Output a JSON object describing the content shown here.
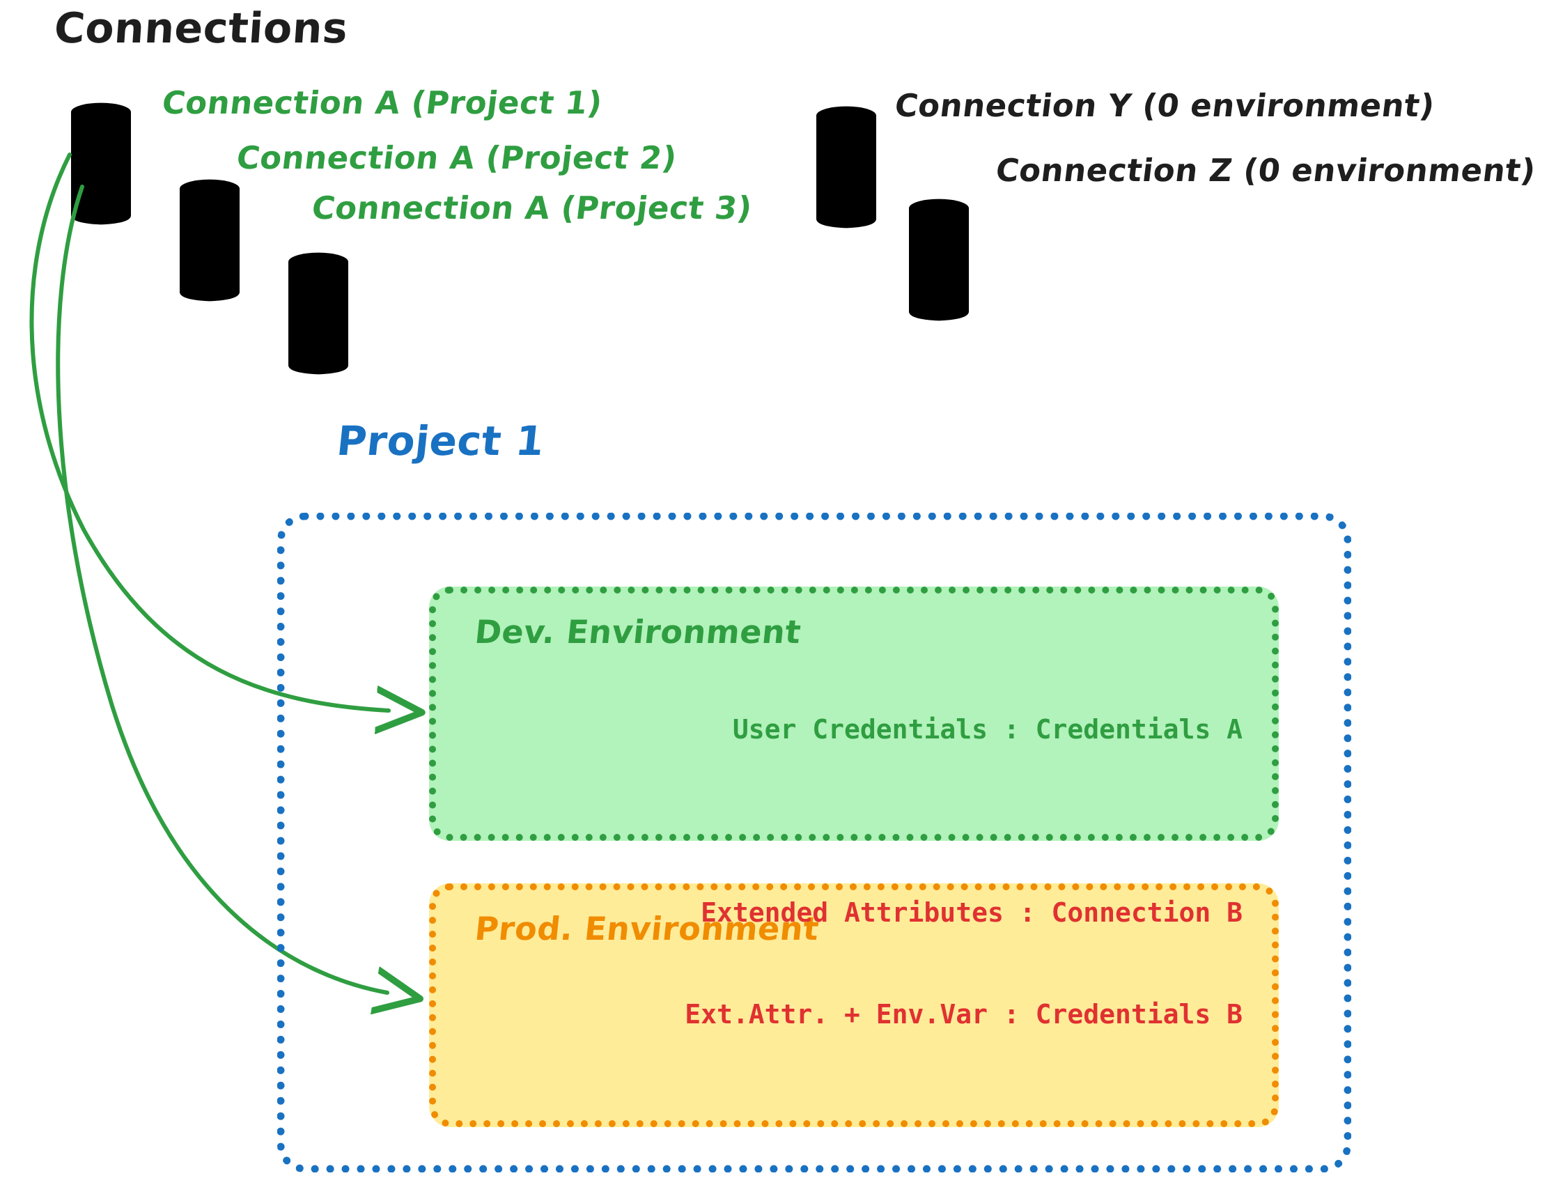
{
  "title": "Connections",
  "connections": [
    {
      "id": "a1",
      "label": "Connection A (Project 1)",
      "color_class": "green",
      "icon": "database-icon"
    },
    {
      "id": "a2",
      "label": "Connection A (Project 2)",
      "color_class": "green",
      "icon": "database-icon"
    },
    {
      "id": "a3",
      "label": "Connection A (Project 3)",
      "color_class": "green",
      "icon": "database-icon"
    },
    {
      "id": "y",
      "label": "Connection Y (0 environment)",
      "color_class": "gray",
      "icon": "database-icon"
    },
    {
      "id": "z",
      "label": "Connection Z (0 environment)",
      "color_class": "gray",
      "icon": "database-icon"
    }
  ],
  "project": {
    "title": "Project 1",
    "environments": [
      {
        "id": "dev",
        "title": "Dev. Environment",
        "lines": [
          "User Credentials : Credentials A"
        ]
      },
      {
        "id": "prod",
        "title": "Prod. Environment",
        "lines": [
          "Extended Attributes : Connection B",
          "Ext.Attr. + Env.Var : Credentials B"
        ]
      }
    ]
  },
  "arrows": [
    {
      "id": "arrow-to-dev",
      "from": "connection-a1",
      "to": "dev-environment",
      "color": "#2f9e41"
    },
    {
      "id": "arrow-to-prod",
      "from": "connection-a1",
      "to": "prod-environment",
      "color": "#2f9e41"
    }
  ],
  "colors": {
    "green_stroke": "#2f9e41",
    "green_fill": "#b2f2bb",
    "gray_stroke": "#1e1e1e",
    "gray_fill": "#ced4da",
    "blue": "#1971c2",
    "orange": "#f08c00",
    "yellow_fill": "#ffec99",
    "red": "#e03131",
    "black": "#1e1e1e"
  }
}
